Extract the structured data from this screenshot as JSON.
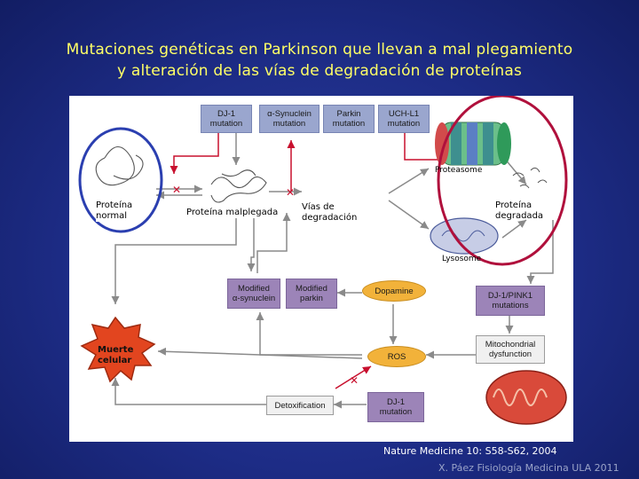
{
  "slide": {
    "title_line1": "Mutaciones genéticas en Parkinson que llevan a mal plegamiento",
    "title_line2": "y alteración de las vías de degradación de proteínas",
    "citation": "Nature Medicine 10: S58-S62, 2004",
    "credit": "X. Páez Fisiología Medicina ULA 2011"
  },
  "diagram": {
    "mutation_boxes": [
      {
        "label": "DJ-1\nmutation"
      },
      {
        "label": "α-Synuclein\nmutation"
      },
      {
        "label": "Parkin\nmutation"
      },
      {
        "label": "UCH-L1\nmutation"
      }
    ],
    "proteasome": "Proteasome",
    "lysosome": "Lysosome",
    "modified_boxes": [
      {
        "label": "Modified\nα-synuclein"
      },
      {
        "label": "Modified\nparkin"
      }
    ],
    "dopamine": "Dopamine",
    "pink1": "DJ-1/PINK1\nmutations",
    "mito_dysfunction": "Mitochondrial\ndysfunction",
    "ros": "ROS",
    "detox": "Detoxification",
    "dj1_bottom": "DJ-1\nmutation",
    "overlays": {
      "normal": "Proteína\nnormal",
      "misfolded": "Proteína malplegada",
      "pathways": "Vías de degradación",
      "degraded": "Proteína\ndegradada",
      "death": "Muerte\ncelular"
    },
    "colors": {
      "blue_box": "#9aa6ce",
      "purple_box": "#9c84b8",
      "orange": "#f2b23a",
      "arrow": "#8a8a8a",
      "inhibit": "#c8102e",
      "circle_blue": "#2b3fb0",
      "circle_red": "#b0103c"
    }
  }
}
